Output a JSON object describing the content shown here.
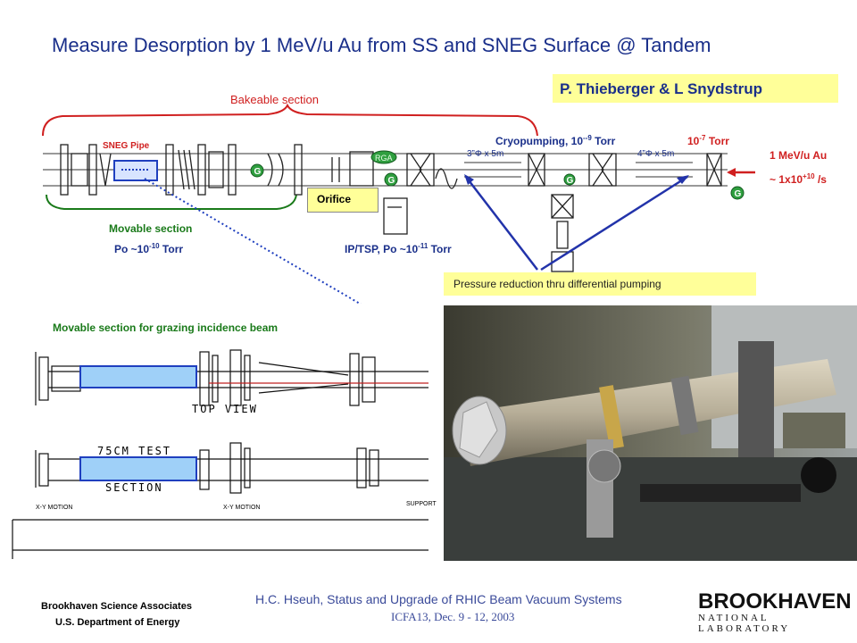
{
  "slide": {
    "title": "Measure Desorption by 1 MeV/u Au from SS and SNEG Surface @ Tandem",
    "author": "P. Thieberger & L Snydstrup"
  },
  "diagram": {
    "bakeable": "Bakeable section",
    "sneg_pipe": "SNEG Pipe",
    "rga": "RGA",
    "gauge": "G",
    "orifice": "Orifice",
    "movable": "Movable section",
    "po_left_prefix": "Po ~10",
    "po_left_exp": "-10",
    "po_left_suffix": " Torr",
    "ip_prefix": "IP/TSP, Po ~10",
    "ip_exp": "-11",
    "ip_suffix": " Torr",
    "cryo_prefix": "Cryopumping, 10",
    "cryo_exp": "--9",
    "cryo_suffix": " Torr",
    "torr7_prefix": "10",
    "torr7_exp": "-7",
    "torr7_suffix": " Torr",
    "pipe3": "3”Φ x 5m",
    "pipe4": "4”Φ x 5m",
    "beam_energy": "1 MeV/u Au",
    "beam_rate_prefix": "~ 1x10",
    "beam_rate_exp": "+10",
    "beam_rate_suffix": " /s",
    "pressure_reduction": "Pressure reduction thru differential pumping",
    "grazing_title": "Movable section for grazing incidence beam",
    "top_view": "TOP VIEW",
    "test_section_1": "75CM TEST",
    "test_section_2": "SECTION",
    "xy_motion": "X-Y MOTION",
    "support": "SUPPORT"
  },
  "footer": {
    "org1": "Brookhaven Science Associates",
    "org2": "U.S. Department of Energy",
    "talk": "H.C. Hseuh, Status and Upgrade of RHIC Beam Vacuum Systems",
    "conf": "ICFA13, Dec. 9 - 12, 2003",
    "logo_main": "BROOKHAVEN",
    "logo_sub": "NATIONAL LABORATORY"
  },
  "colors": {
    "title": "#1a2f8a",
    "label_red": "#d02020",
    "label_green": "#1a7a1a",
    "highlight": "#ffff99",
    "arrow_blue": "#2233aa"
  }
}
